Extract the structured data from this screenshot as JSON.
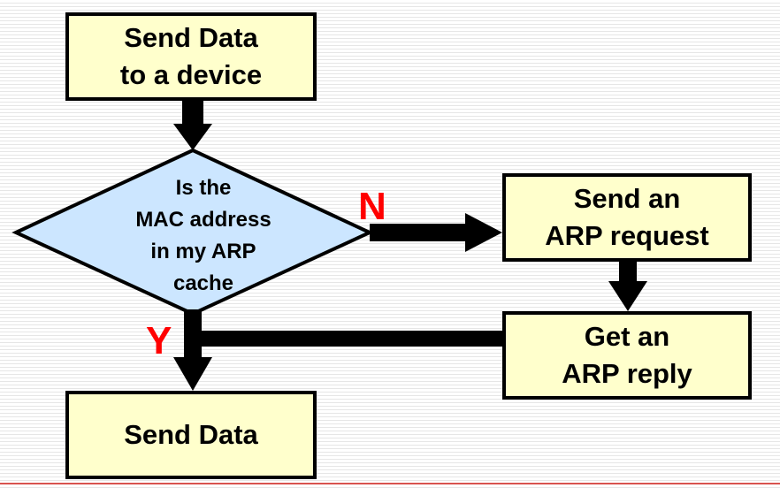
{
  "nodes": {
    "send_data_to_device": "Send Data\nto a device",
    "decision": "Is the\nMAC address\nin my ARP\ncache",
    "send_arp_request": "Send an\nARP request",
    "get_arp_reply": "Get an\nARP reply",
    "send_data": "Send Data"
  },
  "branches": {
    "no": "N",
    "yes": "Y"
  },
  "colors": {
    "process_fill": "#ffffcc",
    "decision_fill": "#cce6ff",
    "branch_label": "#ff0000",
    "connector": "#000000"
  }
}
